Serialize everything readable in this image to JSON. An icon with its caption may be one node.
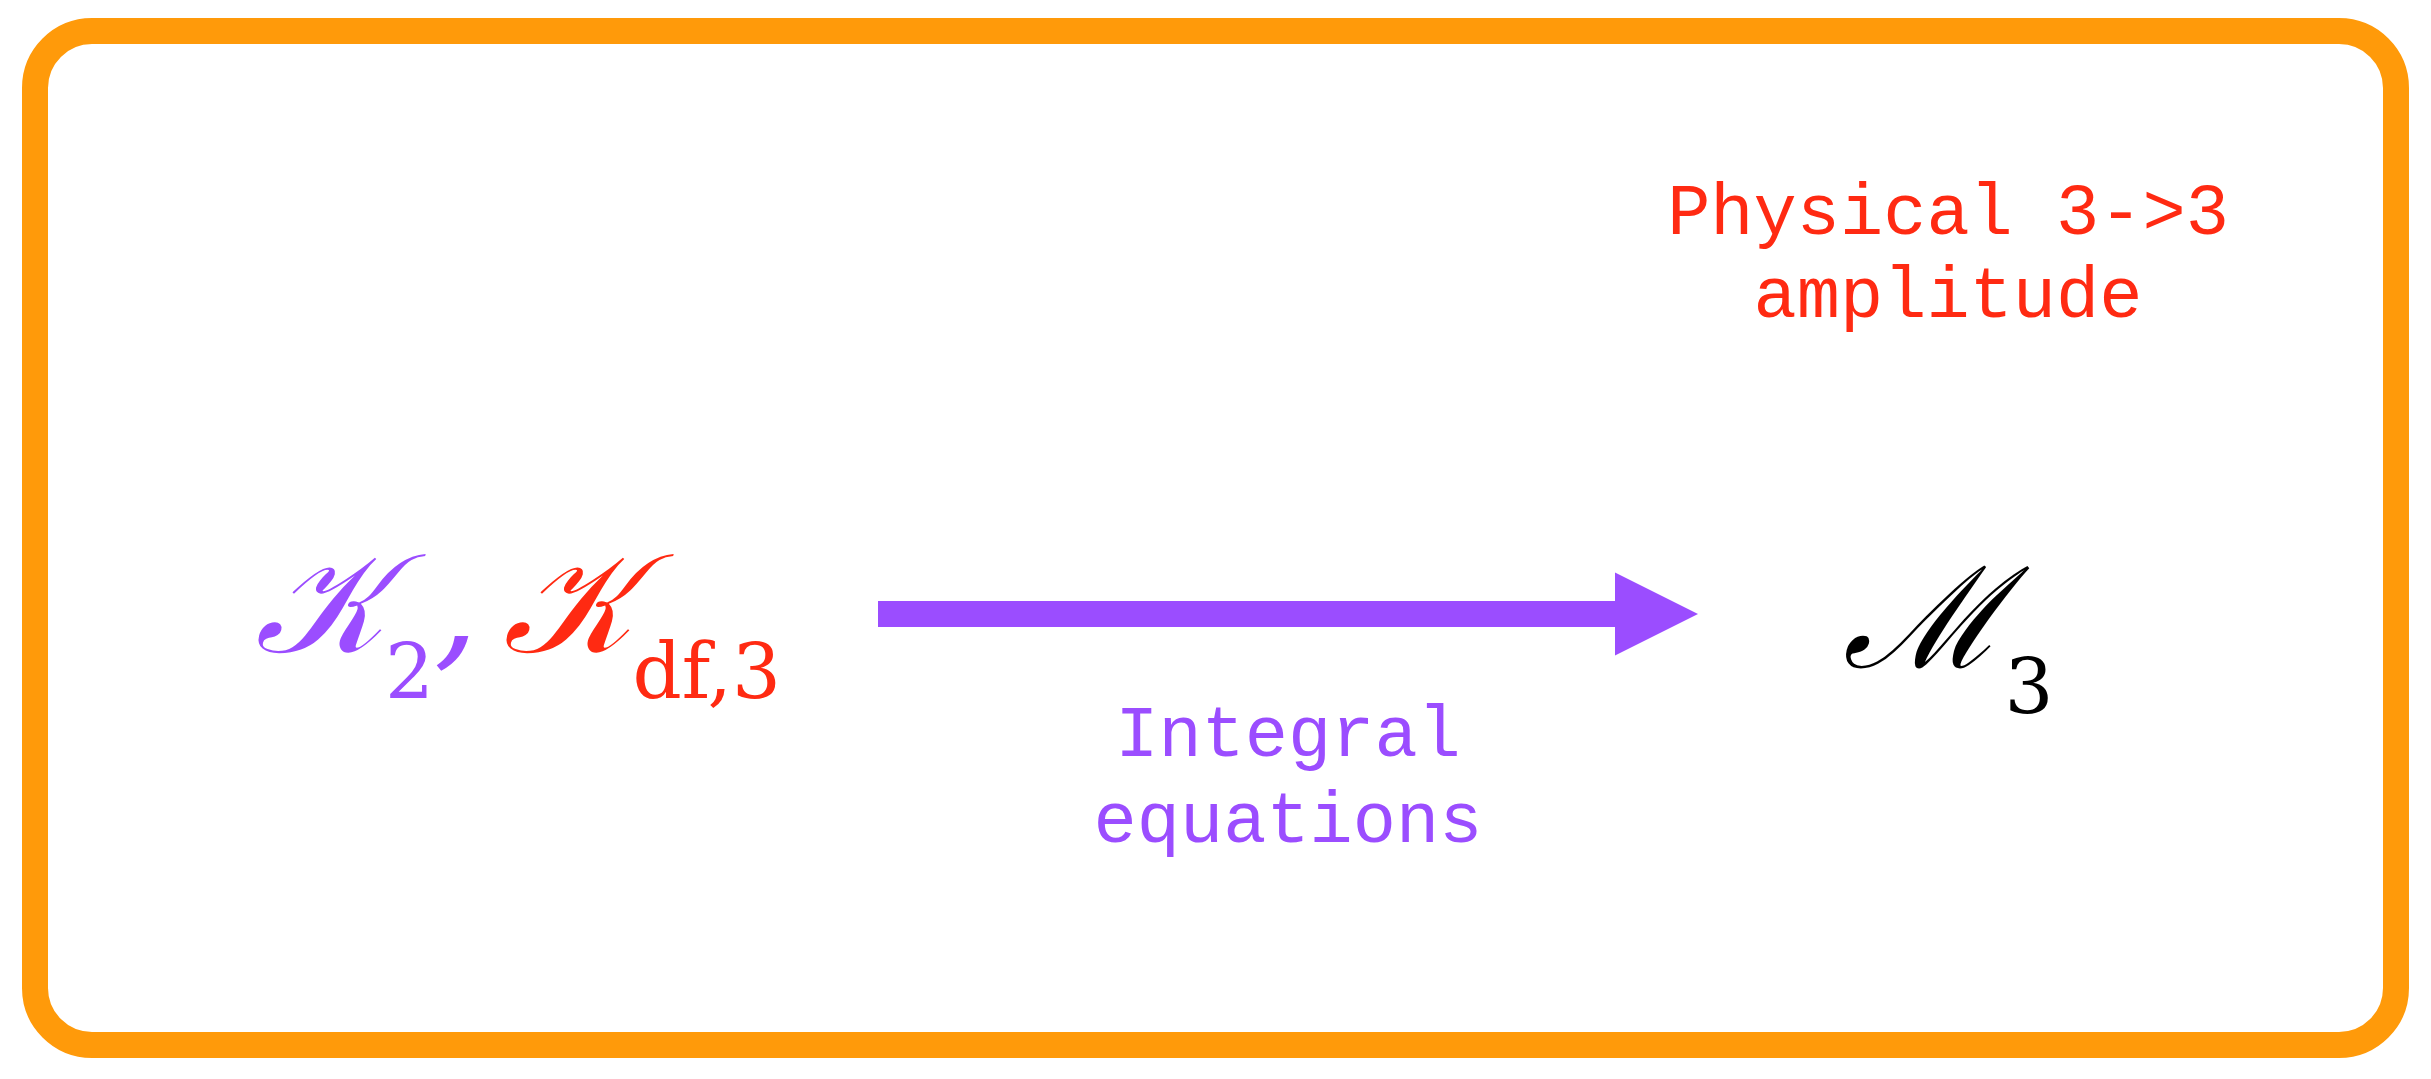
{
  "diagram": {
    "nodes": [
      {
        "text": [],
        "shape": "box"
      },
      {
        "text": [
          "𝒦$_{2}$,",
          "𝒦$_{df,3}$"
        ],
        "in": 0
      },
      {
        "text": [
          "ℳ$_{3}$"
        ],
        "in": 0,
        "beside": [
          "Physical 3->3 amplitude"
        ]
      }
    ],
    "edges": [
      {
        "from": 1,
        "to": 2,
        "arrow": "to",
        "label": "Integral equations"
      }
    ]
  }
}
